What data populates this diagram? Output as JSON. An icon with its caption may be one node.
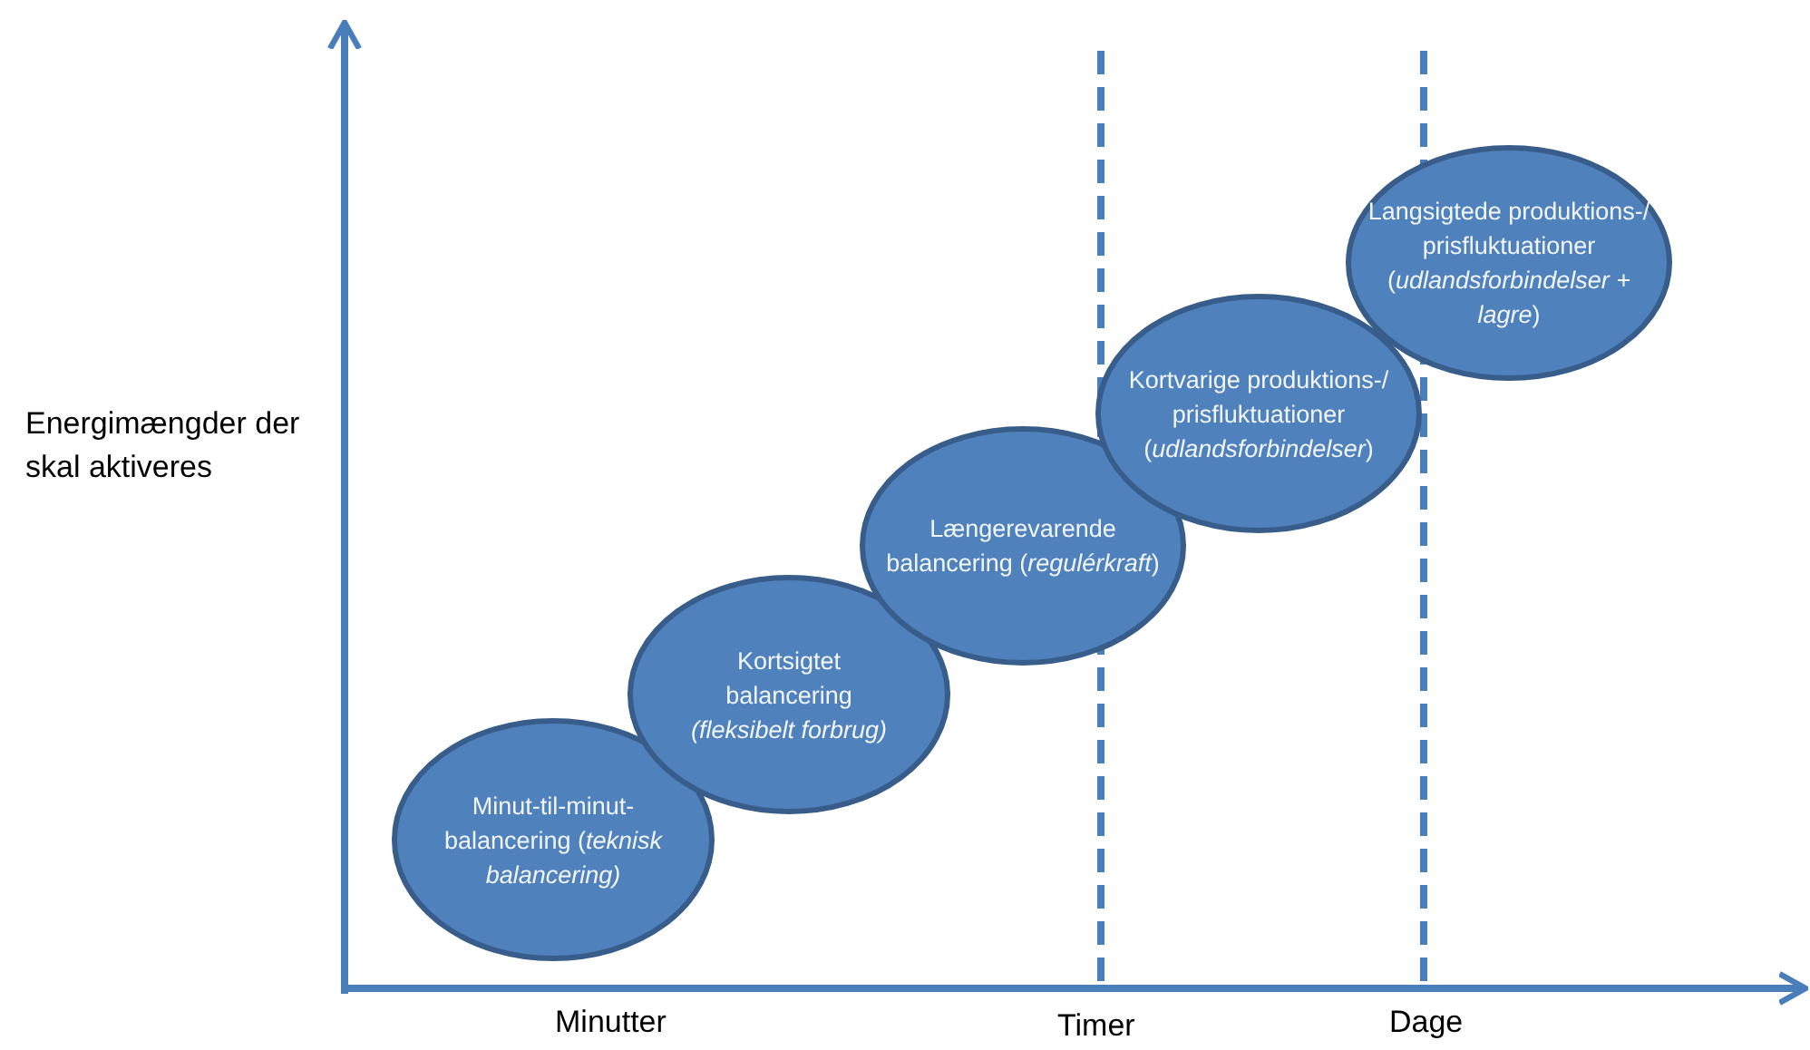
{
  "diagram": {
    "nodes": [
      {
        "text": [
          "Minut-til-minut-balancering (*teknisk balancering)*"
        ]
      },
      {
        "text": [
          "Kortsigtet balancering *(fleksibelt forbrug)*"
        ]
      },
      {
        "text": [
          "Længerevarende balancering (*regulérkraft*)"
        ]
      },
      {
        "text": [
          "Kortvarige produktions-/ prisfluktuationer (*udlandsforbindelser*)"
        ]
      },
      {
        "text": [
          "Langsigtede produktions-/ prisfluktuationer (*udlandsforbindelser + lagre*)"
        ]
      }
    ],
    "labels": [
      "Energimængder der skal aktiveres",
      "Minutter",
      "Timer",
      "Dage"
    ]
  }
}
